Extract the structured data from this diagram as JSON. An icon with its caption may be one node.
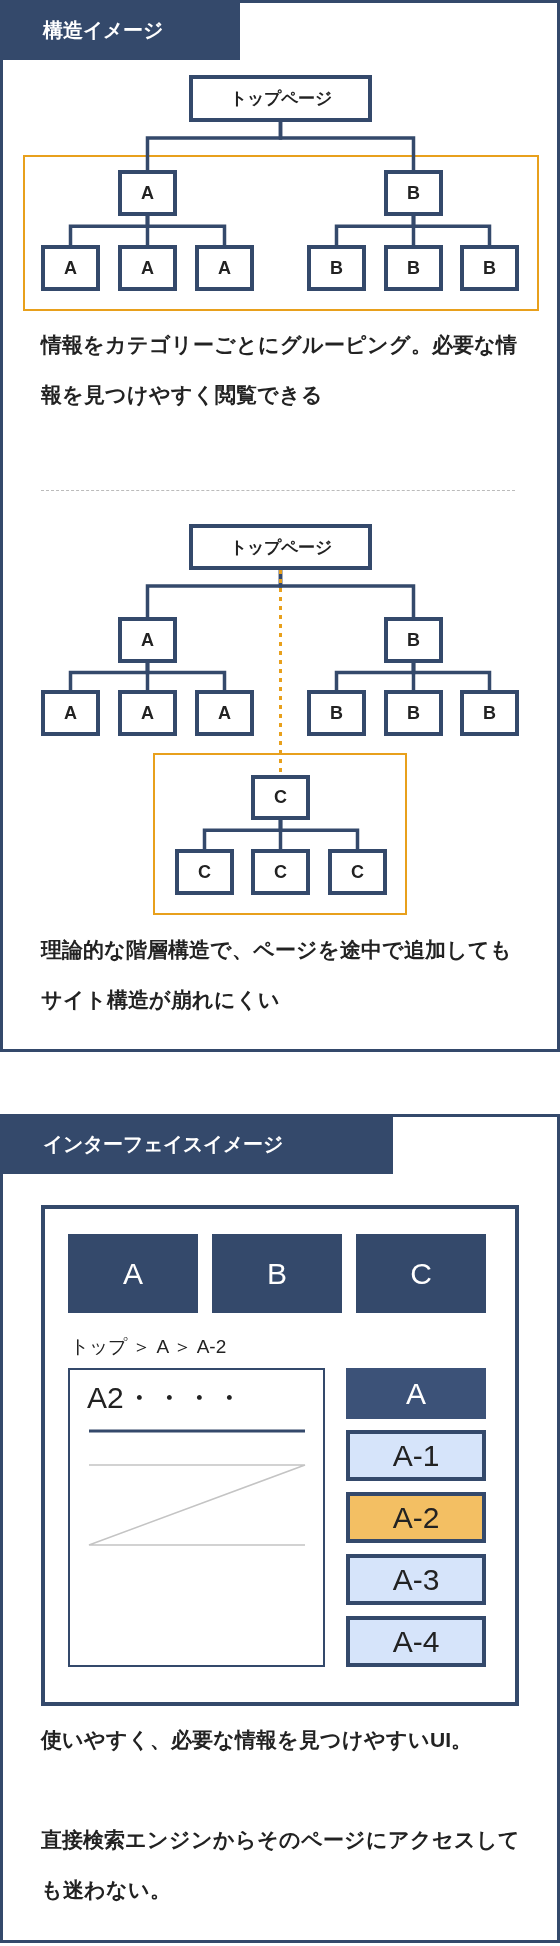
{
  "diagram": {
    "nodes": [
      {
        "text": [
          "構造イメージ"
        ]
      },
      {
        "text": [
          "トップページ"
        ],
        "in": 0
      },
      {
        "text": [],
        "shape": "box",
        "in": 0
      },
      {
        "text": [
          "A"
        ],
        "in": 2
      },
      {
        "text": [
          "B"
        ],
        "in": 2
      },
      {
        "text": [
          "A"
        ],
        "in": 2
      },
      {
        "text": [
          "A"
        ],
        "in": 2
      },
      {
        "text": [
          "A"
        ],
        "in": 2
      },
      {
        "text": [
          "B"
        ],
        "in": 2
      },
      {
        "text": [
          "B"
        ],
        "in": 2
      },
      {
        "text": [
          "B"
        ],
        "in": 2
      },
      {
        "text": [
          "トップページ"
        ],
        "in": 0
      },
      {
        "text": [
          "A"
        ],
        "in": 0
      },
      {
        "text": [
          "B"
        ],
        "in": 0
      },
      {
        "text": [
          "A"
        ],
        "in": 0
      },
      {
        "text": [
          "A"
        ],
        "in": 0
      },
      {
        "text": [
          "A"
        ],
        "in": 0
      },
      {
        "text": [
          "B"
        ],
        "in": 0
      },
      {
        "text": [
          "B"
        ],
        "in": 0
      },
      {
        "text": [
          "B"
        ],
        "in": 0
      },
      {
        "text": [],
        "shape": "box",
        "in": 0
      },
      {
        "text": [
          "C"
        ],
        "in": 20
      },
      {
        "text": [
          "C"
        ],
        "in": 20
      },
      {
        "text": [
          "C"
        ],
        "in": 20
      },
      {
        "text": [
          "C"
        ],
        "in": 20
      },
      {
        "text": [
          "インターフェイスイメージ"
        ]
      },
      {
        "text": [],
        "shape": "box",
        "in": 25
      },
      {
        "text": [
          "A"
        ],
        "in": 26
      },
      {
        "text": [
          "B"
        ],
        "in": 26
      },
      {
        "text": [
          "C"
        ],
        "in": 26
      },
      {
        "text": [
          "A2・・・・"
        ],
        "in": 26
      },
      {
        "text": [
          "A"
        ],
        "in": 26
      },
      {
        "text": [
          "A-1"
        ],
        "in": 26
      },
      {
        "text": [
          "A-2"
        ],
        "in": 26
      },
      {
        "text": [
          "A-3"
        ],
        "in": 26
      },
      {
        "text": [
          "A-4"
        ],
        "in": 26
      }
    ],
    "edges": [
      {
        "from": 1,
        "to": 3,
        "arrow": "none"
      },
      {
        "from": 1,
        "to": 4,
        "arrow": "none"
      },
      {
        "from": 3,
        "to": 5,
        "arrow": "none"
      },
      {
        "from": 3,
        "to": 6,
        "arrow": "none"
      },
      {
        "from": 3,
        "to": 7,
        "arrow": "none"
      },
      {
        "from": 4,
        "to": 8,
        "arrow": "none"
      },
      {
        "from": 4,
        "to": 9,
        "arrow": "none"
      },
      {
        "from": 4,
        "to": 10,
        "arrow": "none"
      },
      {
        "from": 11,
        "to": 12,
        "arrow": "none"
      },
      {
        "from": 11,
        "to": 13,
        "arrow": "none"
      },
      {
        "from": 12,
        "to": 14,
        "arrow": "none"
      },
      {
        "from": 12,
        "to": 15,
        "arrow": "none"
      },
      {
        "from": 12,
        "to": 16,
        "arrow": "none"
      },
      {
        "from": 13,
        "to": 17,
        "arrow": "none"
      },
      {
        "from": 13,
        "to": 18,
        "arrow": "none"
      },
      {
        "from": 13,
        "to": 19,
        "arrow": "none"
      },
      {
        "from": 11,
        "to": 21,
        "arrow": "none",
        "style": "dashed",
        "color": "#e8a01c"
      },
      {
        "from": 21,
        "to": 22,
        "arrow": "none"
      },
      {
        "from": 21,
        "to": 23,
        "arrow": "none"
      },
      {
        "from": 21,
        "to": 24,
        "arrow": "none"
      }
    ],
    "labels": [
      "情報をカテゴリーごとにグルーピング。必要な情報を見つけやすく閲覧できる",
      "理論的な階層構造で、ページを途中で追加してもサイト構造が崩れにくい",
      "トップ ＞ A ＞ A-2",
      "使いやすく、必要な情報を見つけやすいUI。",
      "直接検索エンジンからそのページにアクセスしても迷わない。"
    ]
  }
}
